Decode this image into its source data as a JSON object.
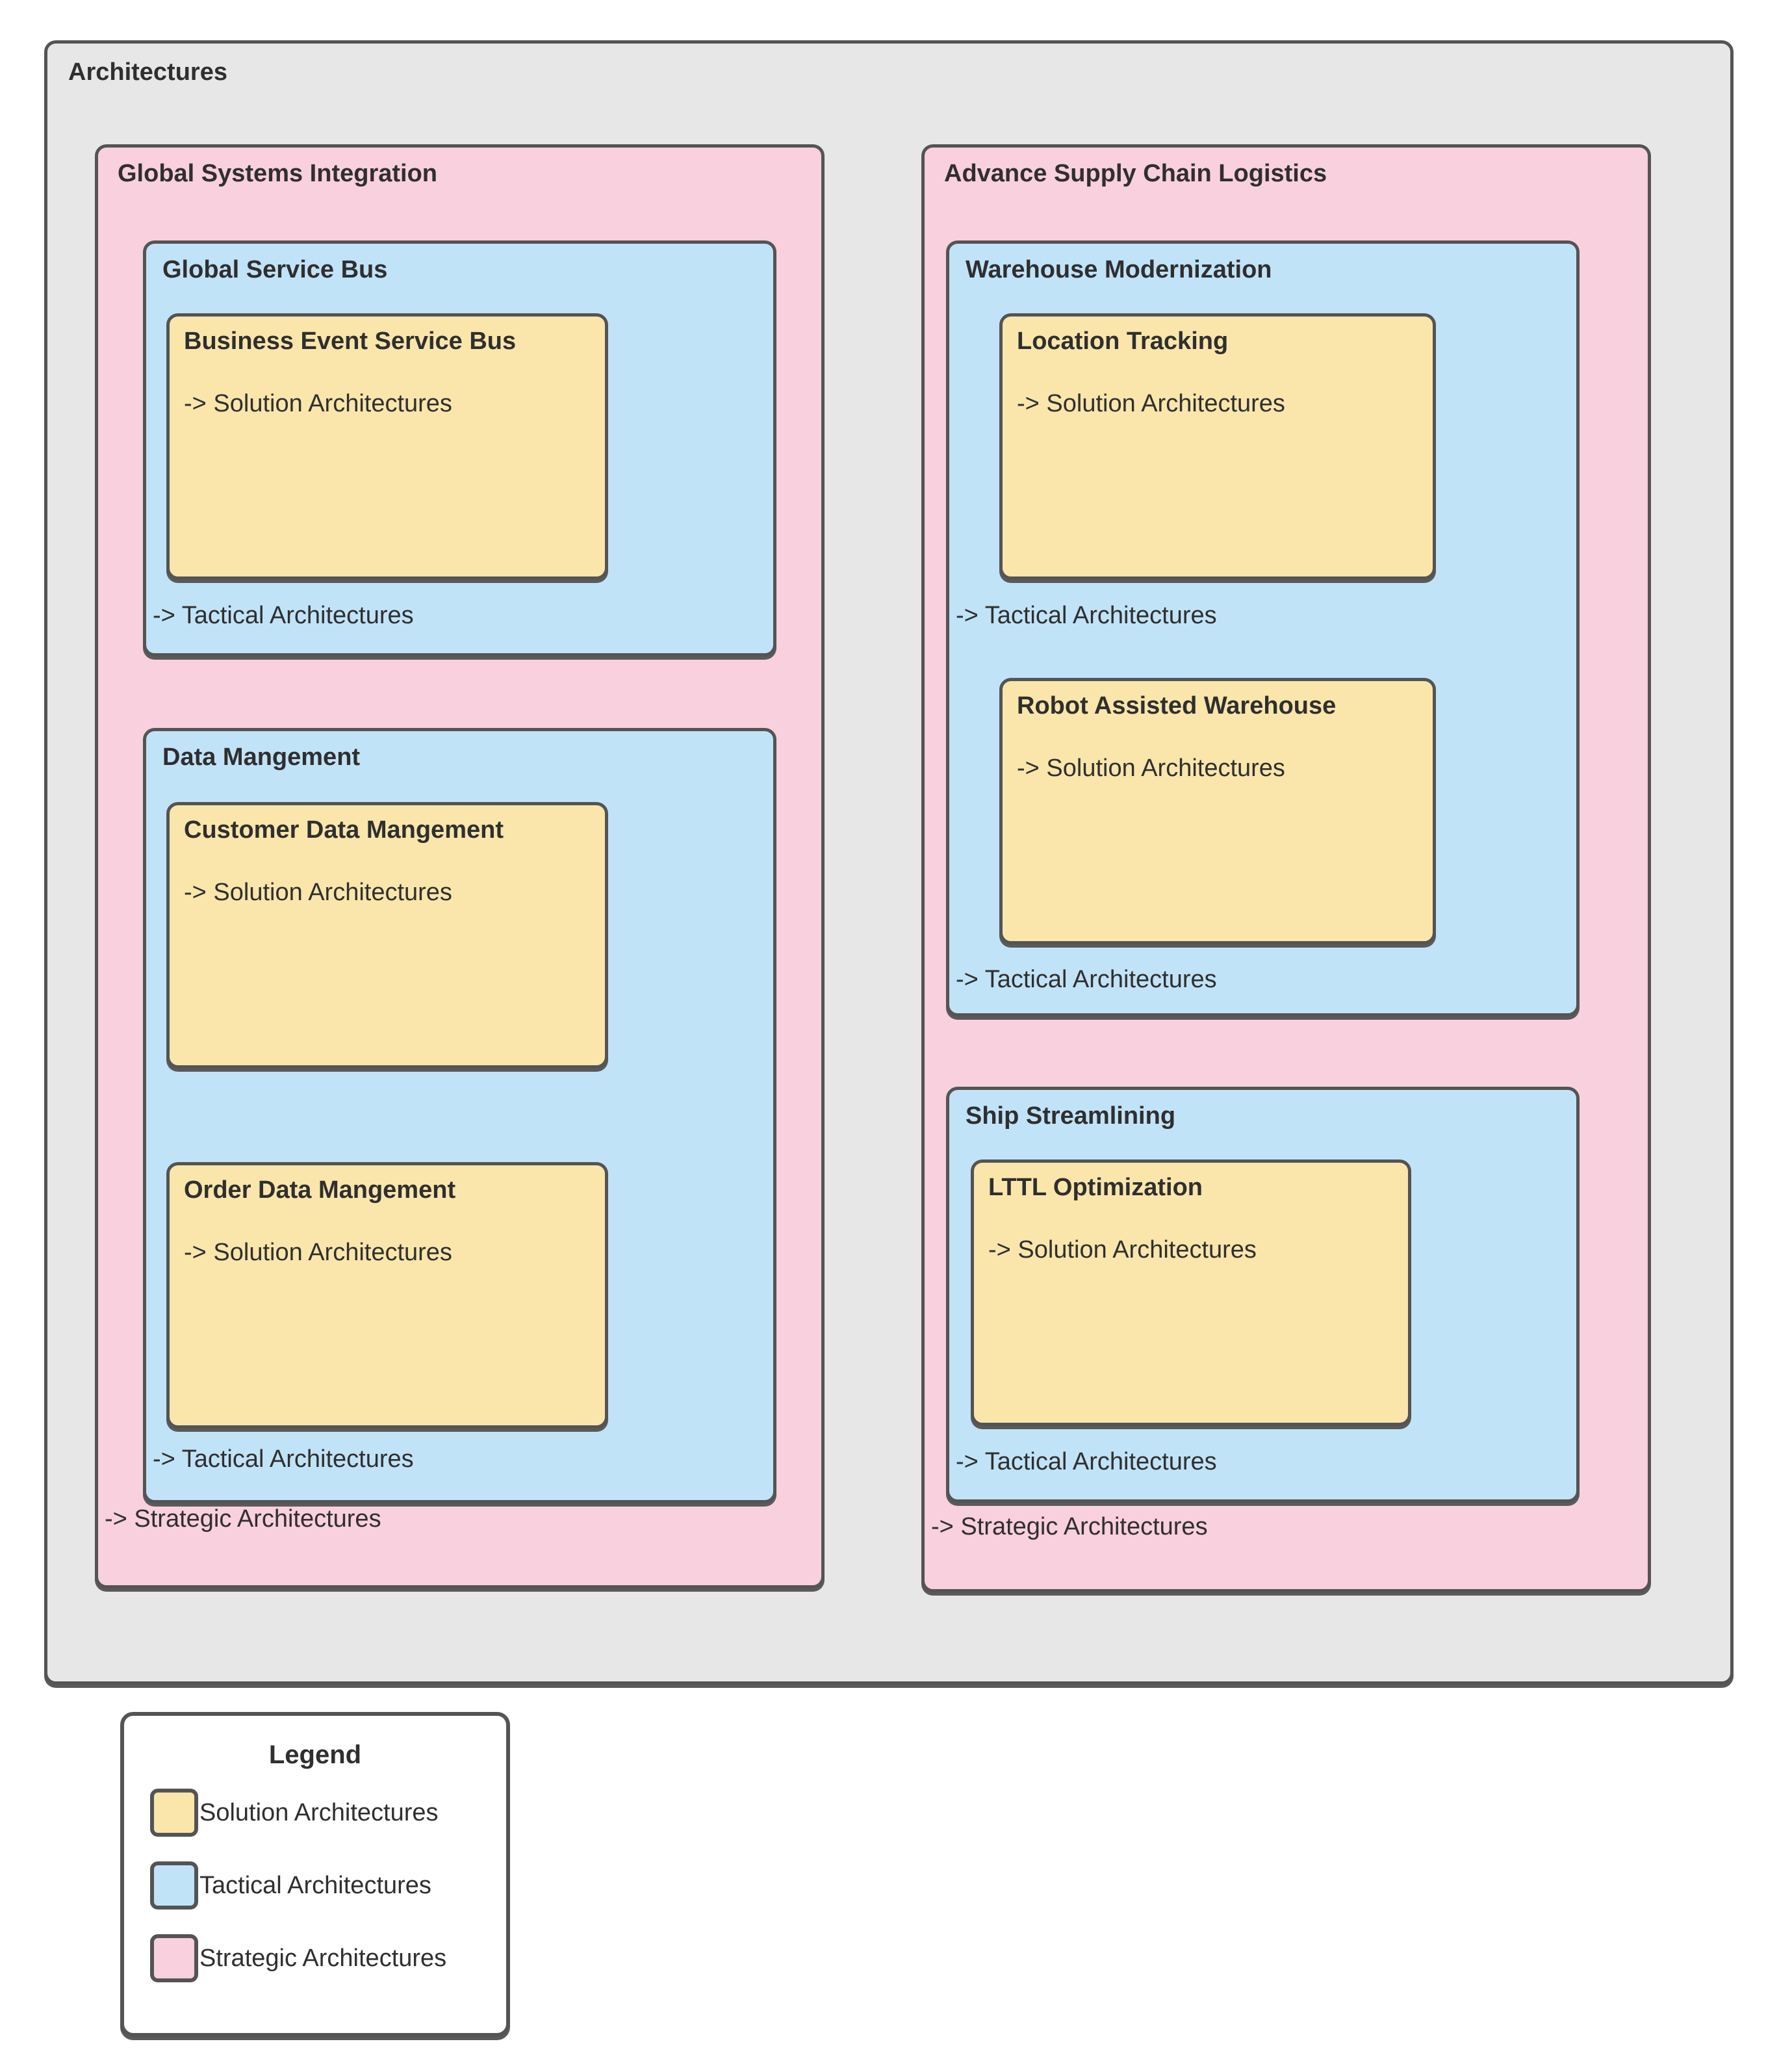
{
  "diagram": {
    "root": {
      "title": "Architectures",
      "fill": "#e7e7e7"
    },
    "columns": [
      {
        "title": "Global Systems Integration",
        "level": "strategic",
        "footnote": "-> Strategic Architectures",
        "fill": "#f9d0dd",
        "groups": [
          {
            "title": "Global Service Bus",
            "level": "tactical",
            "footnote": "-> Tactical Architectures",
            "fill": "#c1e3f8",
            "cards": [
              {
                "title": "Business Event Service Bus",
                "level": "solution",
                "footnote": "-> Solution Architectures",
                "fill": "#fae6ab"
              }
            ]
          },
          {
            "title": "Data Mangement",
            "level": "tactical",
            "footnote": "-> Tactical Architectures",
            "fill": "#c1e3f8",
            "cards": [
              {
                "title": "Customer Data Mangement",
                "level": "solution",
                "footnote": "-> Solution Architectures",
                "fill": "#fae6ab"
              },
              {
                "title": "Order Data Mangement",
                "level": "solution",
                "footnote": "-> Solution Architectures",
                "fill": "#fae6ab"
              }
            ]
          }
        ]
      },
      {
        "title": "Advance Supply Chain Logistics",
        "level": "strategic",
        "footnote": "-> Strategic Architectures",
        "fill": "#f9d0dd",
        "groups": [
          {
            "title": "Warehouse Modernization",
            "level": "tactical",
            "footnote": "-> Tactical Architectures",
            "footnote2": "-> Tactical Architectures",
            "fill": "#c1e3f8",
            "cards": [
              {
                "title": "Location Tracking",
                "level": "solution",
                "footnote": "-> Solution Architectures",
                "fill": "#fae6ab"
              },
              {
                "title": "Robot Assisted Warehouse",
                "level": "solution",
                "footnote": "-> Solution Architectures",
                "fill": "#fae6ab"
              }
            ]
          },
          {
            "title": "Ship Streamlining",
            "level": "tactical",
            "footnote": "-> Tactical Architectures",
            "fill": "#c1e3f8",
            "cards": [
              {
                "title": "LTTL Optimization",
                "level": "solution",
                "footnote": "-> Solution Architectures",
                "fill": "#fae6ab"
              }
            ]
          }
        ]
      }
    ]
  },
  "legend": {
    "title": "Legend",
    "items": [
      {
        "label": "Solution Architectures",
        "color": "#fae6ab"
      },
      {
        "label": "Tactical Architectures",
        "color": "#c1e3f8"
      },
      {
        "label": "Strategic Architectures",
        "color": "#f9d0dd"
      }
    ]
  },
  "colors": {
    "solution": "#fae6ab",
    "tactical": "#c1e3f8",
    "strategic": "#f9d0dd",
    "container": "#e7e7e7",
    "stroke": "#545454",
    "text": "#2f2f2f",
    "page_background": "#ffffff"
  }
}
